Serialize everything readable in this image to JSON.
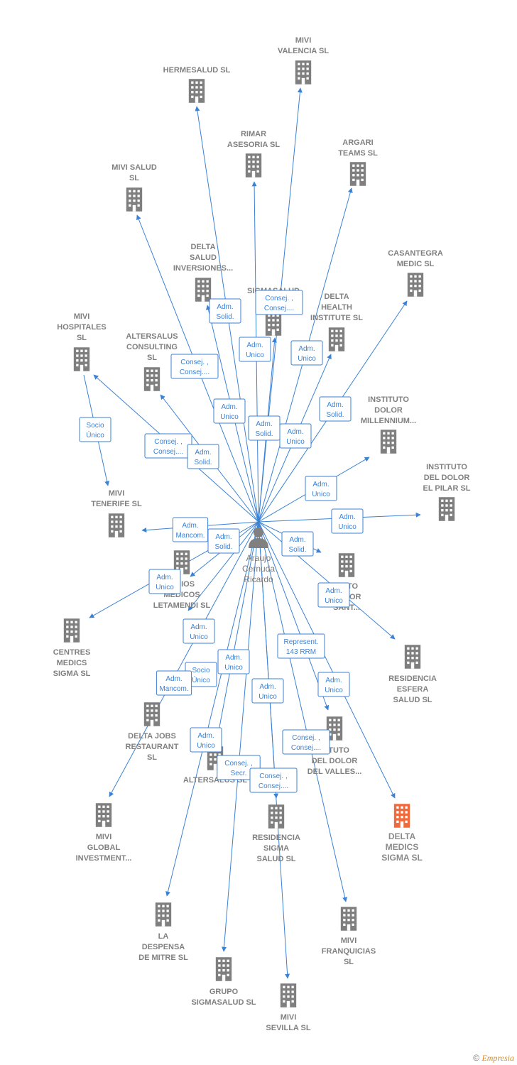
{
  "person": {
    "label": [
      "Araujo",
      "Cernuda",
      "Ricardo"
    ]
  },
  "colors": {
    "edge": "#3a82d6",
    "building": "#7f7f7f",
    "highlight": "#f06a3c"
  },
  "companies": [
    {
      "id": "mivi_valencia",
      "label": [
        "MIVI",
        "VALENCIA  SL"
      ]
    },
    {
      "id": "hermesalud",
      "label": [
        "HERMESALUD SL"
      ]
    },
    {
      "id": "rimar",
      "label": [
        "RIMAR",
        "ASESORIA  SL"
      ]
    },
    {
      "id": "argari",
      "label": [
        "ARGARI",
        "TEAMS  SL"
      ]
    },
    {
      "id": "mivi_salud",
      "label": [
        "MIVI SALUD",
        "SL"
      ]
    },
    {
      "id": "casantegra",
      "label": [
        "CASANTEGRA",
        "MEDIC SL"
      ]
    },
    {
      "id": "delta_salud_inv",
      "label": [
        "DELTA",
        "SALUD",
        "INVERSIONES..."
      ]
    },
    {
      "id": "sigmasalud",
      "label": [
        "SIGMASALUD",
        "D..."
      ]
    },
    {
      "id": "delta_health",
      "label": [
        "DELTA",
        "HEALTH",
        "INSTITUTE  SL"
      ]
    },
    {
      "id": "mivi_hospitales",
      "label": [
        "MIVI",
        "HOSPITALES",
        "SL"
      ]
    },
    {
      "id": "altersalus_consulting",
      "label": [
        "ALTERSALUS",
        "CONSULTING",
        "SL"
      ]
    },
    {
      "id": "instituto_millennium",
      "label": [
        "INSTITUTO",
        "DOLOR",
        "MILLENNIUM..."
      ]
    },
    {
      "id": "instituto_pilar",
      "label": [
        "INSTITUTO",
        "DEL DOLOR",
        "EL PILAR  SL"
      ]
    },
    {
      "id": "mivi_tenerife",
      "label": [
        "MIVI",
        "TENERIFE  SL"
      ]
    },
    {
      "id": "servicios_letamendi",
      "label": [
        "...CIOS",
        "MEDICOS",
        "LETAMENDI SL"
      ]
    },
    {
      "id": "instituto_sant",
      "label": [
        "...UTO",
        "...OLOR",
        "SANT..."
      ]
    },
    {
      "id": "centres_medics",
      "label": [
        "CENTRES",
        "MEDICS",
        "SIGMA SL"
      ]
    },
    {
      "id": "residencia_esfera",
      "label": [
        "RESIDENCIA",
        "ESFERA",
        "SALUD SL"
      ]
    },
    {
      "id": "delta_jobs",
      "label": [
        "DELTA JOBS",
        "RESTAURANT",
        "SL"
      ]
    },
    {
      "id": "instituto_valles",
      "label": [
        "...ITUTO",
        "DEL DOLOR",
        "DEL VALLES..."
      ]
    },
    {
      "id": "altersalus",
      "label": [
        "ALTERSALUS SL"
      ]
    },
    {
      "id": "mivi_global",
      "label": [
        "MIVI",
        "GLOBAL",
        "INVESTMENT..."
      ]
    },
    {
      "id": "residencia_sigma",
      "label": [
        "RESIDENCIA",
        "SIGMA",
        "SALUD SL"
      ]
    },
    {
      "id": "delta_medics",
      "label": [
        "DELTA",
        "MEDICS",
        "SIGMA  SL"
      ],
      "highlight": true
    },
    {
      "id": "la_despensa",
      "label": [
        "LA",
        "DESPENSA",
        "DE MITRE  SL"
      ]
    },
    {
      "id": "mivi_franquicias",
      "label": [
        "MIVI",
        "FRANQUICIAS",
        "SL"
      ]
    },
    {
      "id": "grupo_sigmasalud",
      "label": [
        "GRUPO",
        "SIGMASALUD SL"
      ]
    },
    {
      "id": "mivi_sevilla",
      "label": [
        "MIVI",
        "SEVILLA  SL"
      ]
    }
  ],
  "roles": [
    {
      "id": "r1",
      "lines": [
        "Adm.",
        "Solid."
      ]
    },
    {
      "id": "r2",
      "lines": [
        "Consej. ,",
        "Consej...."
      ]
    },
    {
      "id": "r3",
      "lines": [
        "Adm.",
        "Unico"
      ]
    },
    {
      "id": "r4",
      "lines": [
        "Adm.",
        "Unico"
      ]
    },
    {
      "id": "r5",
      "lines": [
        "Consej. ,",
        "Consej...."
      ]
    },
    {
      "id": "r6",
      "lines": [
        "Adm.",
        "Unico"
      ]
    },
    {
      "id": "r7",
      "lines": [
        "Adm.",
        "Solid."
      ]
    },
    {
      "id": "r8",
      "lines": [
        "Socio",
        "Único"
      ]
    },
    {
      "id": "r9",
      "lines": [
        "Adm.",
        "Solid."
      ]
    },
    {
      "id": "r10",
      "lines": [
        "Adm.",
        "Unico"
      ]
    },
    {
      "id": "r11",
      "lines": [
        "Consej. ,",
        "Consej...."
      ]
    },
    {
      "id": "r12",
      "lines": [
        "Adm.",
        "Solid."
      ]
    },
    {
      "id": "r13",
      "lines": [
        "Adm.",
        "Unico"
      ]
    },
    {
      "id": "r14",
      "lines": [
        "Adm.",
        "Unico"
      ]
    },
    {
      "id": "r15",
      "lines": [
        "Adm.",
        "Mancom."
      ]
    },
    {
      "id": "r16",
      "lines": [
        "Adm.",
        "Solid."
      ]
    },
    {
      "id": "r17",
      "lines": [
        "Adm.",
        "Solid."
      ]
    },
    {
      "id": "r18",
      "lines": [
        "Adm.",
        "Unico"
      ]
    },
    {
      "id": "r19",
      "lines": [
        "Adm.",
        "Unico"
      ]
    },
    {
      "id": "r20",
      "lines": [
        "Adm.",
        "Unico"
      ]
    },
    {
      "id": "r21",
      "lines": [
        "Represent.",
        "143 RRM"
      ]
    },
    {
      "id": "r22",
      "lines": [
        "Adm.",
        "Unico"
      ]
    },
    {
      "id": "r23",
      "lines": [
        "Socio",
        "Único"
      ]
    },
    {
      "id": "r24",
      "lines": [
        "Adm.",
        "Mancom."
      ]
    },
    {
      "id": "r25",
      "lines": [
        "Adm.",
        "Unico"
      ]
    },
    {
      "id": "r26",
      "lines": [
        "Adm.",
        "Unico"
      ]
    },
    {
      "id": "r27",
      "lines": [
        "Consej. ,",
        "Consej...."
      ]
    },
    {
      "id": "r28",
      "lines": [
        "Adm.",
        "Unico"
      ]
    },
    {
      "id": "r29",
      "lines": [
        "Consej. ,",
        "Secr."
      ]
    },
    {
      "id": "r30",
      "lines": [
        "Consej. ,",
        "Consej...."
      ]
    }
  ],
  "footer": {
    "copyright": "©",
    "brand": "Empresia"
  }
}
